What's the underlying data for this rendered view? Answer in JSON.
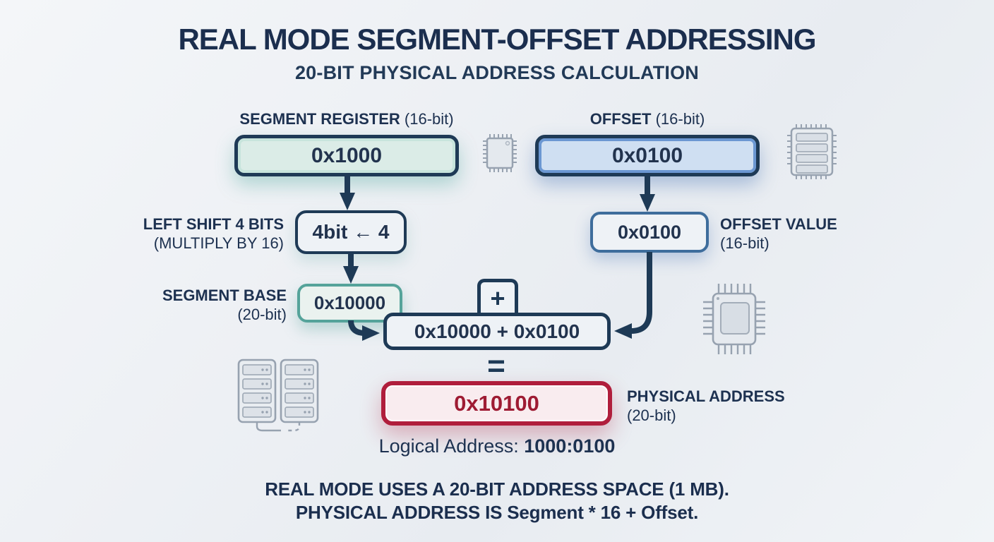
{
  "title": "REAL MODE SEGMENT-OFFSET ADDRESSING",
  "subtitle": "20-BIT PHYSICAL ADDRESS CALCULATION",
  "segment_register": {
    "label": "SEGMENT REGISTER",
    "label_suffix": "(16-bit)",
    "value": "0x1000"
  },
  "offset": {
    "label": "OFFSET",
    "label_suffix": "(16-bit)",
    "value": "0x0100"
  },
  "shift": {
    "label_line1": "LEFT SHIFT 4 BITS",
    "label_line2": "(MULTIPLY BY 16)",
    "value": "4bit ← 4"
  },
  "segment_base": {
    "label_line1": "SEGMENT BASE",
    "label_line2": "(20-bit)",
    "value": "0x10000"
  },
  "offset_value": {
    "label_line1": "OFFSET VALUE",
    "label_line2": "(16-bit)",
    "value": "0x0100"
  },
  "sum": {
    "operator": "+",
    "expression": "0x10000 + 0x0100",
    "equals": "="
  },
  "physical_address": {
    "value": "0x10100",
    "label_line1": "PHYSICAL ADDRESS",
    "label_line2": "(20-bit)"
  },
  "logical_address": {
    "label": "Logical Address: ",
    "value": "1000:0100"
  },
  "footer": {
    "line1": "REAL MODE USES A 20-BIT ADDRESS SPACE (1 MB).",
    "line2": "PHYSICAL ADDRESS IS Segment * 16 + Offset."
  },
  "icons": {
    "small_chip": "chip-icon",
    "memory_chip": "memory-chip-icon",
    "cpu": "cpu-icon",
    "servers": "server-stack-icon"
  },
  "colors": {
    "navy": "#1e3a56",
    "title_navy": "#1b2e4e",
    "teal_border": "#55a39a",
    "teal_fill": "#dbece7",
    "blue_border": "#3e6d9c",
    "blue_fill": "#cfdff2",
    "light_fill": "#eef2f6",
    "red_border": "#b01e3c",
    "red_text": "#9e1b33",
    "pink_fill": "#f9ecef",
    "icon_gray": "#94a0ae",
    "background": "#eef1f5"
  }
}
